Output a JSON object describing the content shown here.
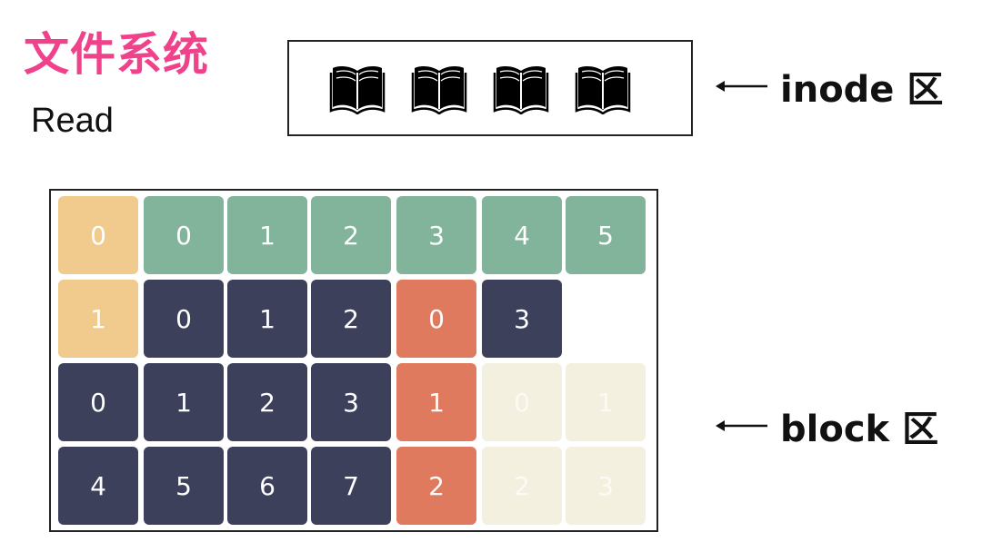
{
  "title": "文件系统",
  "subtitle": "Read",
  "inode": {
    "label": "inode 区",
    "icons": [
      "book-icon",
      "book-icon",
      "book-icon",
      "book-icon"
    ]
  },
  "block_area": {
    "label": "block 区",
    "colors": {
      "orange": "#f1ca8e",
      "green": "#82b39b",
      "navy": "#3d405b",
      "red": "#e07a5f",
      "cream": "#f3f0e0"
    },
    "cells": [
      {
        "text": "0",
        "color": "orange",
        "row": 0,
        "col": 0
      },
      {
        "text": "0",
        "color": "green",
        "row": 0,
        "col": 1
      },
      {
        "text": "1",
        "color": "green",
        "row": 0,
        "col": 2
      },
      {
        "text": "2",
        "color": "green",
        "row": 0,
        "col": 3
      },
      {
        "text": "3",
        "color": "green",
        "row": 0,
        "col": 4
      },
      {
        "text": "4",
        "color": "green",
        "row": 0,
        "col": 5
      },
      {
        "text": "5",
        "color": "green",
        "row": 0,
        "col": 6
      },
      {
        "text": "1",
        "color": "orange",
        "row": 1,
        "col": 0
      },
      {
        "text": "0",
        "color": "navy",
        "row": 1,
        "col": 1
      },
      {
        "text": "1",
        "color": "navy",
        "row": 1,
        "col": 2
      },
      {
        "text": "2",
        "color": "navy",
        "row": 1,
        "col": 3
      },
      {
        "text": "0",
        "color": "red",
        "row": 1,
        "col": 4
      },
      {
        "text": "3",
        "color": "navy",
        "row": 1,
        "col": 5
      },
      {
        "text": "0",
        "color": "navy",
        "row": 2,
        "col": 0
      },
      {
        "text": "1",
        "color": "navy",
        "row": 2,
        "col": 1
      },
      {
        "text": "2",
        "color": "navy",
        "row": 2,
        "col": 2
      },
      {
        "text": "3",
        "color": "navy",
        "row": 2,
        "col": 3
      },
      {
        "text": "1",
        "color": "red",
        "row": 2,
        "col": 4
      },
      {
        "text": "0",
        "color": "cream",
        "row": 2,
        "col": 5
      },
      {
        "text": "1",
        "color": "cream",
        "row": 2,
        "col": 6
      },
      {
        "text": "4",
        "color": "navy",
        "row": 3,
        "col": 0
      },
      {
        "text": "5",
        "color": "navy",
        "row": 3,
        "col": 1
      },
      {
        "text": "6",
        "color": "navy",
        "row": 3,
        "col": 2
      },
      {
        "text": "7",
        "color": "navy",
        "row": 3,
        "col": 3
      },
      {
        "text": "2",
        "color": "red",
        "row": 3,
        "col": 4
      },
      {
        "text": "2",
        "color": "cream",
        "row": 3,
        "col": 5
      },
      {
        "text": "3",
        "color": "cream",
        "row": 3,
        "col": 6
      }
    ]
  }
}
